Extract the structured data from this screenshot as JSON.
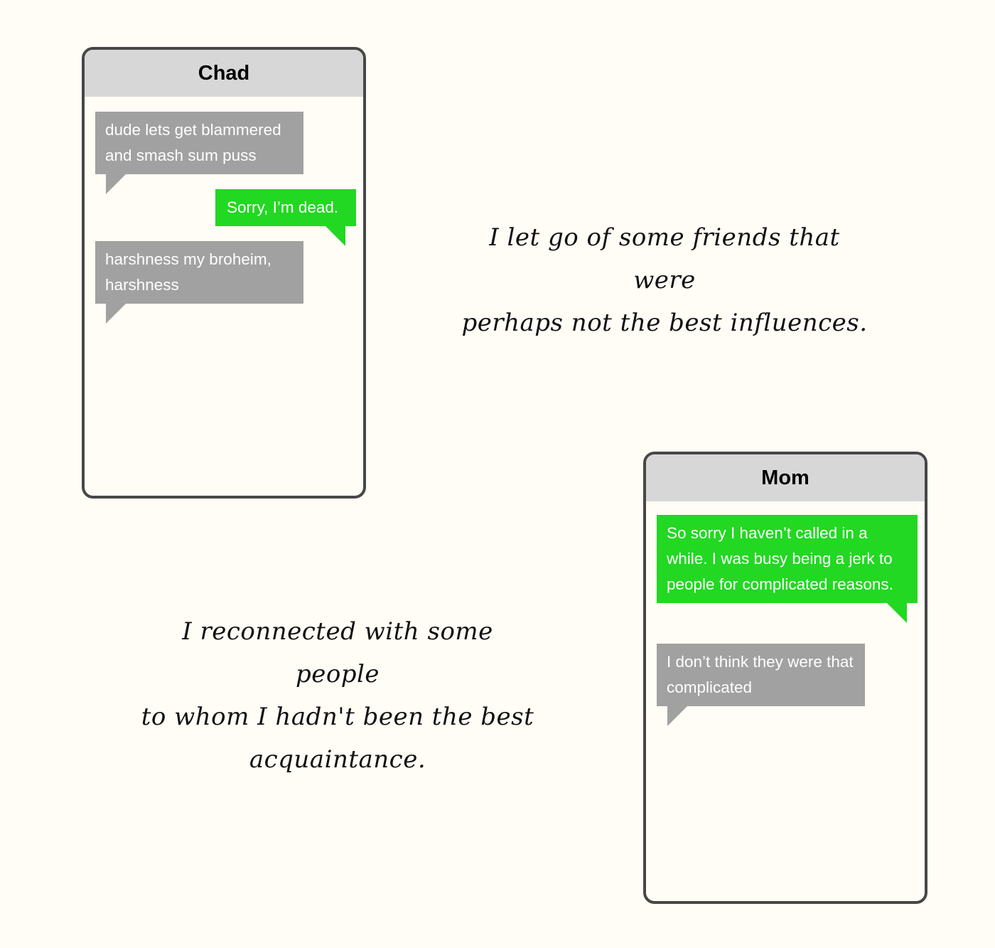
{
  "chad_phone": {
    "contact_name": "Chad",
    "messages": [
      {
        "from": "received",
        "text": "dude lets get blammered and smash sum puss"
      },
      {
        "from": "sent",
        "text": "Sorry, I’m dead."
      },
      {
        "from": "received",
        "text": "harshness my broheim, harshness"
      }
    ]
  },
  "mom_phone": {
    "contact_name": "Mom",
    "messages": [
      {
        "from": "sent",
        "text": "So sorry I haven’t called in a while. I was busy being a jerk to people for complicated reasons."
      },
      {
        "from": "received",
        "text": "I don’t think they were that complicated"
      }
    ]
  },
  "captions": {
    "top": {
      "line1": "I let go of some friends that were",
      "line2": "perhaps not the best influences."
    },
    "bottom": {
      "line1": "I reconnected with some people",
      "line2": "to whom I hadn't been the best",
      "line3": "acquaintance."
    }
  },
  "colors": {
    "sent_bubble": "#22d822",
    "received_bubble": "#a1a1a1",
    "header": "#d7d7d7",
    "phone_border": "#474747",
    "background": "#fffdf6"
  }
}
